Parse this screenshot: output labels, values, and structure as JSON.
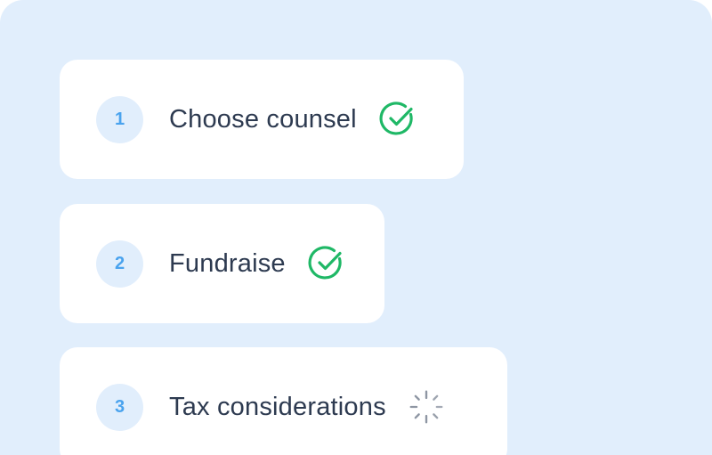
{
  "colors": {
    "background": "#e1eefc",
    "card": "#ffffff",
    "number_badge": "#e1eefc",
    "number_text": "#4aa3ee",
    "label_text": "#2d3a50",
    "complete": "#1fb866",
    "loading": "#8e96a3"
  },
  "steps": [
    {
      "number": "1",
      "label": "Choose counsel",
      "status": "complete",
      "icon": "check-circle-icon"
    },
    {
      "number": "2",
      "label": "Fundraise",
      "status": "complete",
      "icon": "check-circle-icon"
    },
    {
      "number": "3",
      "label": "Tax considerations",
      "status": "loading",
      "icon": "spinner-icon"
    }
  ]
}
